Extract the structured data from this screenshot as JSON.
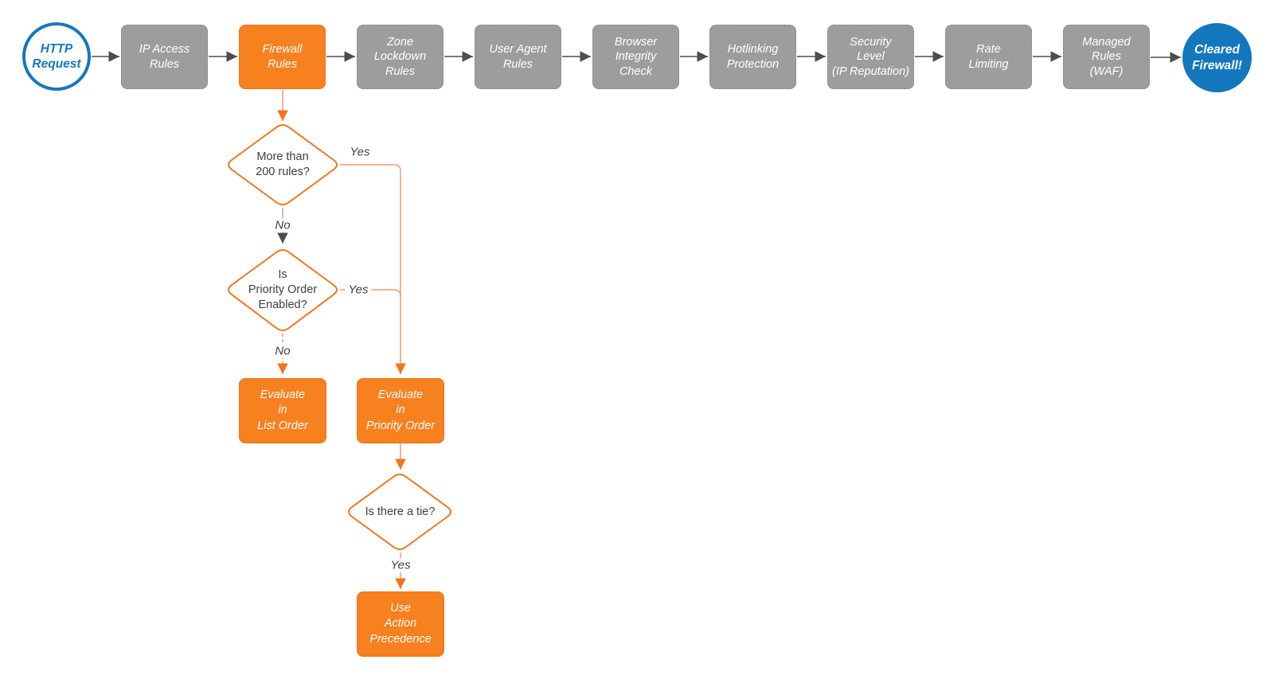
{
  "palette": {
    "orange_fill": "#F7801F",
    "orange_stroke": "#F4731B",
    "salmon_connector": "#F29B71",
    "gray_fill": "#9D9D9D",
    "blue": "#1478BE",
    "arrow_dark_gray": "#4D4D4D",
    "text_dark": "#3F3F3F",
    "text_light": "#FFFFFF"
  },
  "pipeline": {
    "start": {
      "label": "HTTP\nRequest"
    },
    "stages": [
      {
        "label": "IP Access\nRules"
      },
      {
        "label": "Firewall\nRules"
      },
      {
        "label": "Zone\nLockdown\nRules"
      },
      {
        "label": "User Agent\nRules"
      },
      {
        "label": "Browser\nIntegrity\nCheck"
      },
      {
        "label": "Hotlinking\nProtection"
      },
      {
        "label": "Security\nLevel\n(IP Reputation)"
      },
      {
        "label": "Rate\nLimiting"
      },
      {
        "label": "Managed\nRules\n(WAF)"
      }
    ],
    "end": {
      "label": "Cleared\nFirewall!"
    }
  },
  "decisions": [
    {
      "label": "More than\n200 rules?"
    },
    {
      "label": "Is\nPriority Order\nEnabled?"
    },
    {
      "label": "Is there a tie?"
    }
  ],
  "actions": [
    {
      "label": "Evaluate\nin\nList Order"
    },
    {
      "label": "Evaluate\nin\nPriority Order"
    },
    {
      "label": "Use\nAction\nPrecedence"
    }
  ],
  "edge_labels": {
    "d1_yes": "Yes",
    "d1_no": "No",
    "d2_yes": "Yes",
    "d2_no": "No",
    "d3_yes": "Yes"
  }
}
